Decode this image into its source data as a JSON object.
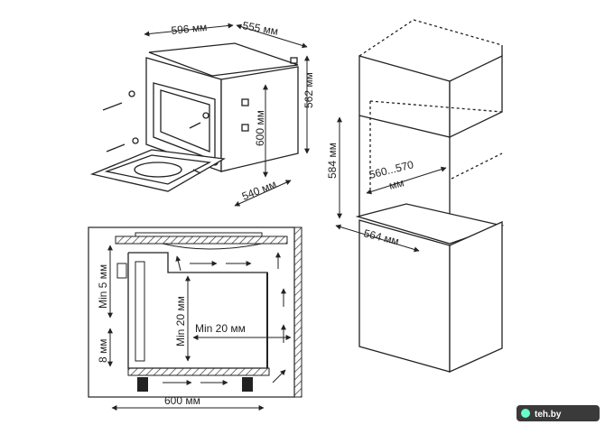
{
  "diagram": {
    "oven_view": {
      "width_label": "596 мм",
      "depth_label": "555 мм",
      "height_label": "562 мм",
      "inner_height_label": "600 мм",
      "base_depth_label": "540 мм"
    },
    "cabinet_view": {
      "niche_height_label": "584 мм",
      "niche_width_label_line1": "560...570",
      "niche_width_label_line2": "мм",
      "cabinet_depth_label": "564 мм"
    },
    "section_view": {
      "top_clearance_label": "Min 5 мм",
      "side_clearance_label": "Min 20 мм",
      "rear_clearance_label": "Min 20 мм",
      "bottom_label": "8 мм",
      "width_label": "600 мм"
    }
  },
  "watermark": {
    "text": "teh.by"
  }
}
